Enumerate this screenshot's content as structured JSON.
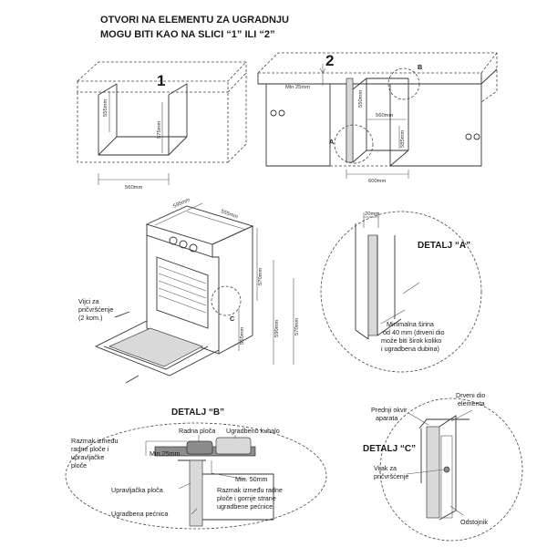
{
  "header": {
    "line1": "OTVORI NA ELEMENTU ZA UGRADNJU",
    "line2": "MOGU BITI KAO NA SLICI “1” ILI “2”"
  },
  "figure1": {
    "number": "1",
    "dim_depth": "555mm",
    "dim_height": "575mm",
    "dim_width": "560mm"
  },
  "figure2": {
    "number": "2",
    "min_label": "Min 25mm",
    "dim_depth": "550mm",
    "dim_width": "560mm",
    "dim_height": "585mm",
    "dim_total": "600mm",
    "label_a": "A",
    "label_b": "B"
  },
  "oven": {
    "dim_depth": "555mm",
    "dim_width": "595mm",
    "dim_side": "570mm",
    "dim_height1": "590mm",
    "dim_height2": "570mm",
    "dim_inner": "555mm",
    "label_c": "C",
    "screws_label": [
      "Vijci za",
      "pričvršćenje",
      "(2 kom.)"
    ]
  },
  "detail_a": {
    "title": "DETALJ “A”",
    "dim": "20mm",
    "note": [
      "Minimalna širina",
      "od 40 mm (drveni dio",
      "može biti širok koliko",
      "i ugradbena dubina)"
    ]
  },
  "detail_b": {
    "title": "DETALJ “B”",
    "radna_ploca": "Radna ploča",
    "hob": "Ugradbeno kuhalo",
    "gap_label": [
      "Razmak između",
      "radne ploče i",
      "upravljačke",
      "ploče"
    ],
    "min25": "Min.25mm",
    "control_panel": "Upravljačka ploča",
    "min50": "Min. 50mm",
    "gap2": [
      "Razmak između radne",
      "ploče i gornje strane",
      "ugradbene pećnice"
    ],
    "oven": "Ugradbena pećnica"
  },
  "detail_c": {
    "title": "DETALJ “C”",
    "front_frame": [
      "Prednji okvir",
      "aparata"
    ],
    "wood": [
      "Drveni dio",
      "elementa"
    ],
    "screw": [
      "Vijak za",
      "pričvršćenje"
    ],
    "spacer": "Odstojnik"
  }
}
